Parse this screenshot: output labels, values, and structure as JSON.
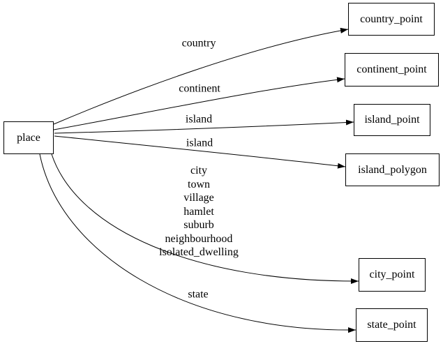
{
  "diagram": {
    "kind": "directed-graph",
    "background_color": "#ffffff",
    "node_border_color": "#000000",
    "edge_color": "#000000",
    "text_color": "#000000",
    "nodes": [
      {
        "id": "place",
        "label": "place"
      },
      {
        "id": "country_point",
        "label": "country_point"
      },
      {
        "id": "continent_point",
        "label": "continent_point"
      },
      {
        "id": "island_point",
        "label": "island_point"
      },
      {
        "id": "island_polygon",
        "label": "island_polygon"
      },
      {
        "id": "city_point",
        "label": "city_point"
      },
      {
        "id": "state_point",
        "label": "state_point"
      }
    ],
    "edges": [
      {
        "from": "place",
        "to": "country_point",
        "label": "country"
      },
      {
        "from": "place",
        "to": "continent_point",
        "label": "continent"
      },
      {
        "from": "place",
        "to": "island_point",
        "label": "island"
      },
      {
        "from": "place",
        "to": "island_polygon",
        "label": "island"
      },
      {
        "from": "place",
        "to": "city_point",
        "label": "city\ntown\nvillage\nhamlet\nsuburb\nneighbourhood\nisolated_dwelling"
      },
      {
        "from": "place",
        "to": "state_point",
        "label": "state"
      }
    ]
  }
}
